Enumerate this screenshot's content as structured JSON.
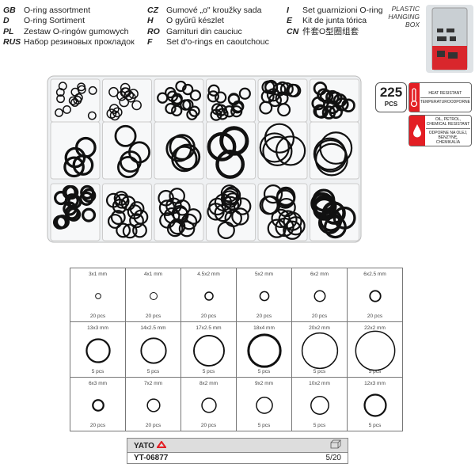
{
  "languages": [
    [
      {
        "code": "GB",
        "text": "O-ring assortment"
      },
      {
        "code": "D",
        "text": "O-ring Sortiment"
      },
      {
        "code": "PL",
        "text": "Zestaw O-ringów gumowych"
      },
      {
        "code": "RUS",
        "text": "Набор резиновых прокладок"
      }
    ],
    [
      {
        "code": "CZ",
        "text": "Gumové „o\" kroužky sada"
      },
      {
        "code": "H",
        "text": "O gyűrű készlet"
      },
      {
        "code": "RO",
        "text": "Garnituri din cauciuc"
      },
      {
        "code": "F",
        "text": "Set d'o-rings en caoutchouc"
      }
    ],
    [
      {
        "code": "I",
        "text": "Set guarnizioni O-ring"
      },
      {
        "code": "E",
        "text": "Kit de junta tórica"
      },
      {
        "code": "CN",
        "text": "件套O型圈组套"
      }
    ]
  ],
  "packaging": {
    "line1": "PLASTIC",
    "line2": "HANGING BOX"
  },
  "count": {
    "number": "225",
    "unit": "PCS"
  },
  "badges": [
    {
      "icon": "thermometer-icon",
      "lines": [
        "HEAT RESISTANT",
        "TEMPERATUROODPORNE"
      ]
    },
    {
      "icon": "oil-drop-icon",
      "lines": [
        "OIL, PETROL, CHEMICAL RESISTANT",
        "ODPORNE NA OLEJ, BENZYNĘ, CHEMIKALIA"
      ]
    }
  ],
  "accent": "#e31e24",
  "sizes": [
    [
      {
        "label": "3x1 mm",
        "d": 3,
        "t": 1,
        "qty": "20 pcs"
      },
      {
        "label": "4x1 mm",
        "d": 4,
        "t": 1,
        "qty": "20 pcs"
      },
      {
        "label": "4.5x2 mm",
        "d": 4.5,
        "t": 2,
        "qty": "20 pcs"
      },
      {
        "label": "5x2 mm",
        "d": 5,
        "t": 2,
        "qty": "20 pcs"
      },
      {
        "label": "6x2 mm",
        "d": 6,
        "t": 2,
        "qty": "20 pcs"
      },
      {
        "label": "6x2.5 mm",
        "d": 6,
        "t": 2.5,
        "qty": "20 pcs"
      }
    ],
    [
      {
        "label": "13x3 mm",
        "d": 13,
        "t": 3,
        "qty": "5 pcs"
      },
      {
        "label": "14x2.5 mm",
        "d": 14,
        "t": 2.5,
        "qty": "5 pcs"
      },
      {
        "label": "17x2.5 mm",
        "d": 17,
        "t": 2.5,
        "qty": "5 pcs"
      },
      {
        "label": "18x4 mm",
        "d": 18,
        "t": 4,
        "qty": "5 pcs"
      },
      {
        "label": "20x2 mm",
        "d": 20,
        "t": 2,
        "qty": "5 pcs"
      },
      {
        "label": "22x2 mm",
        "d": 22,
        "t": 2,
        "qty": "5 pcs"
      }
    ],
    [
      {
        "label": "6x3 mm",
        "d": 6,
        "t": 3,
        "qty": "20 pcs"
      },
      {
        "label": "7x2 mm",
        "d": 7,
        "t": 2,
        "qty": "20 pcs"
      },
      {
        "label": "8x2 mm",
        "d": 8,
        "t": 2,
        "qty": "20 pcs"
      },
      {
        "label": "9x2 mm",
        "d": 9,
        "t": 2,
        "qty": "5 pcs"
      },
      {
        "label": "10x2 mm",
        "d": 10,
        "t": 2,
        "qty": "5 pcs"
      },
      {
        "label": "12x3 mm",
        "d": 12,
        "t": 3,
        "qty": "5 pcs"
      }
    ]
  ],
  "footer": {
    "brand": "YATO",
    "code": "YT-06877",
    "pack": "5/20",
    "pack_icon": "box-icon"
  }
}
